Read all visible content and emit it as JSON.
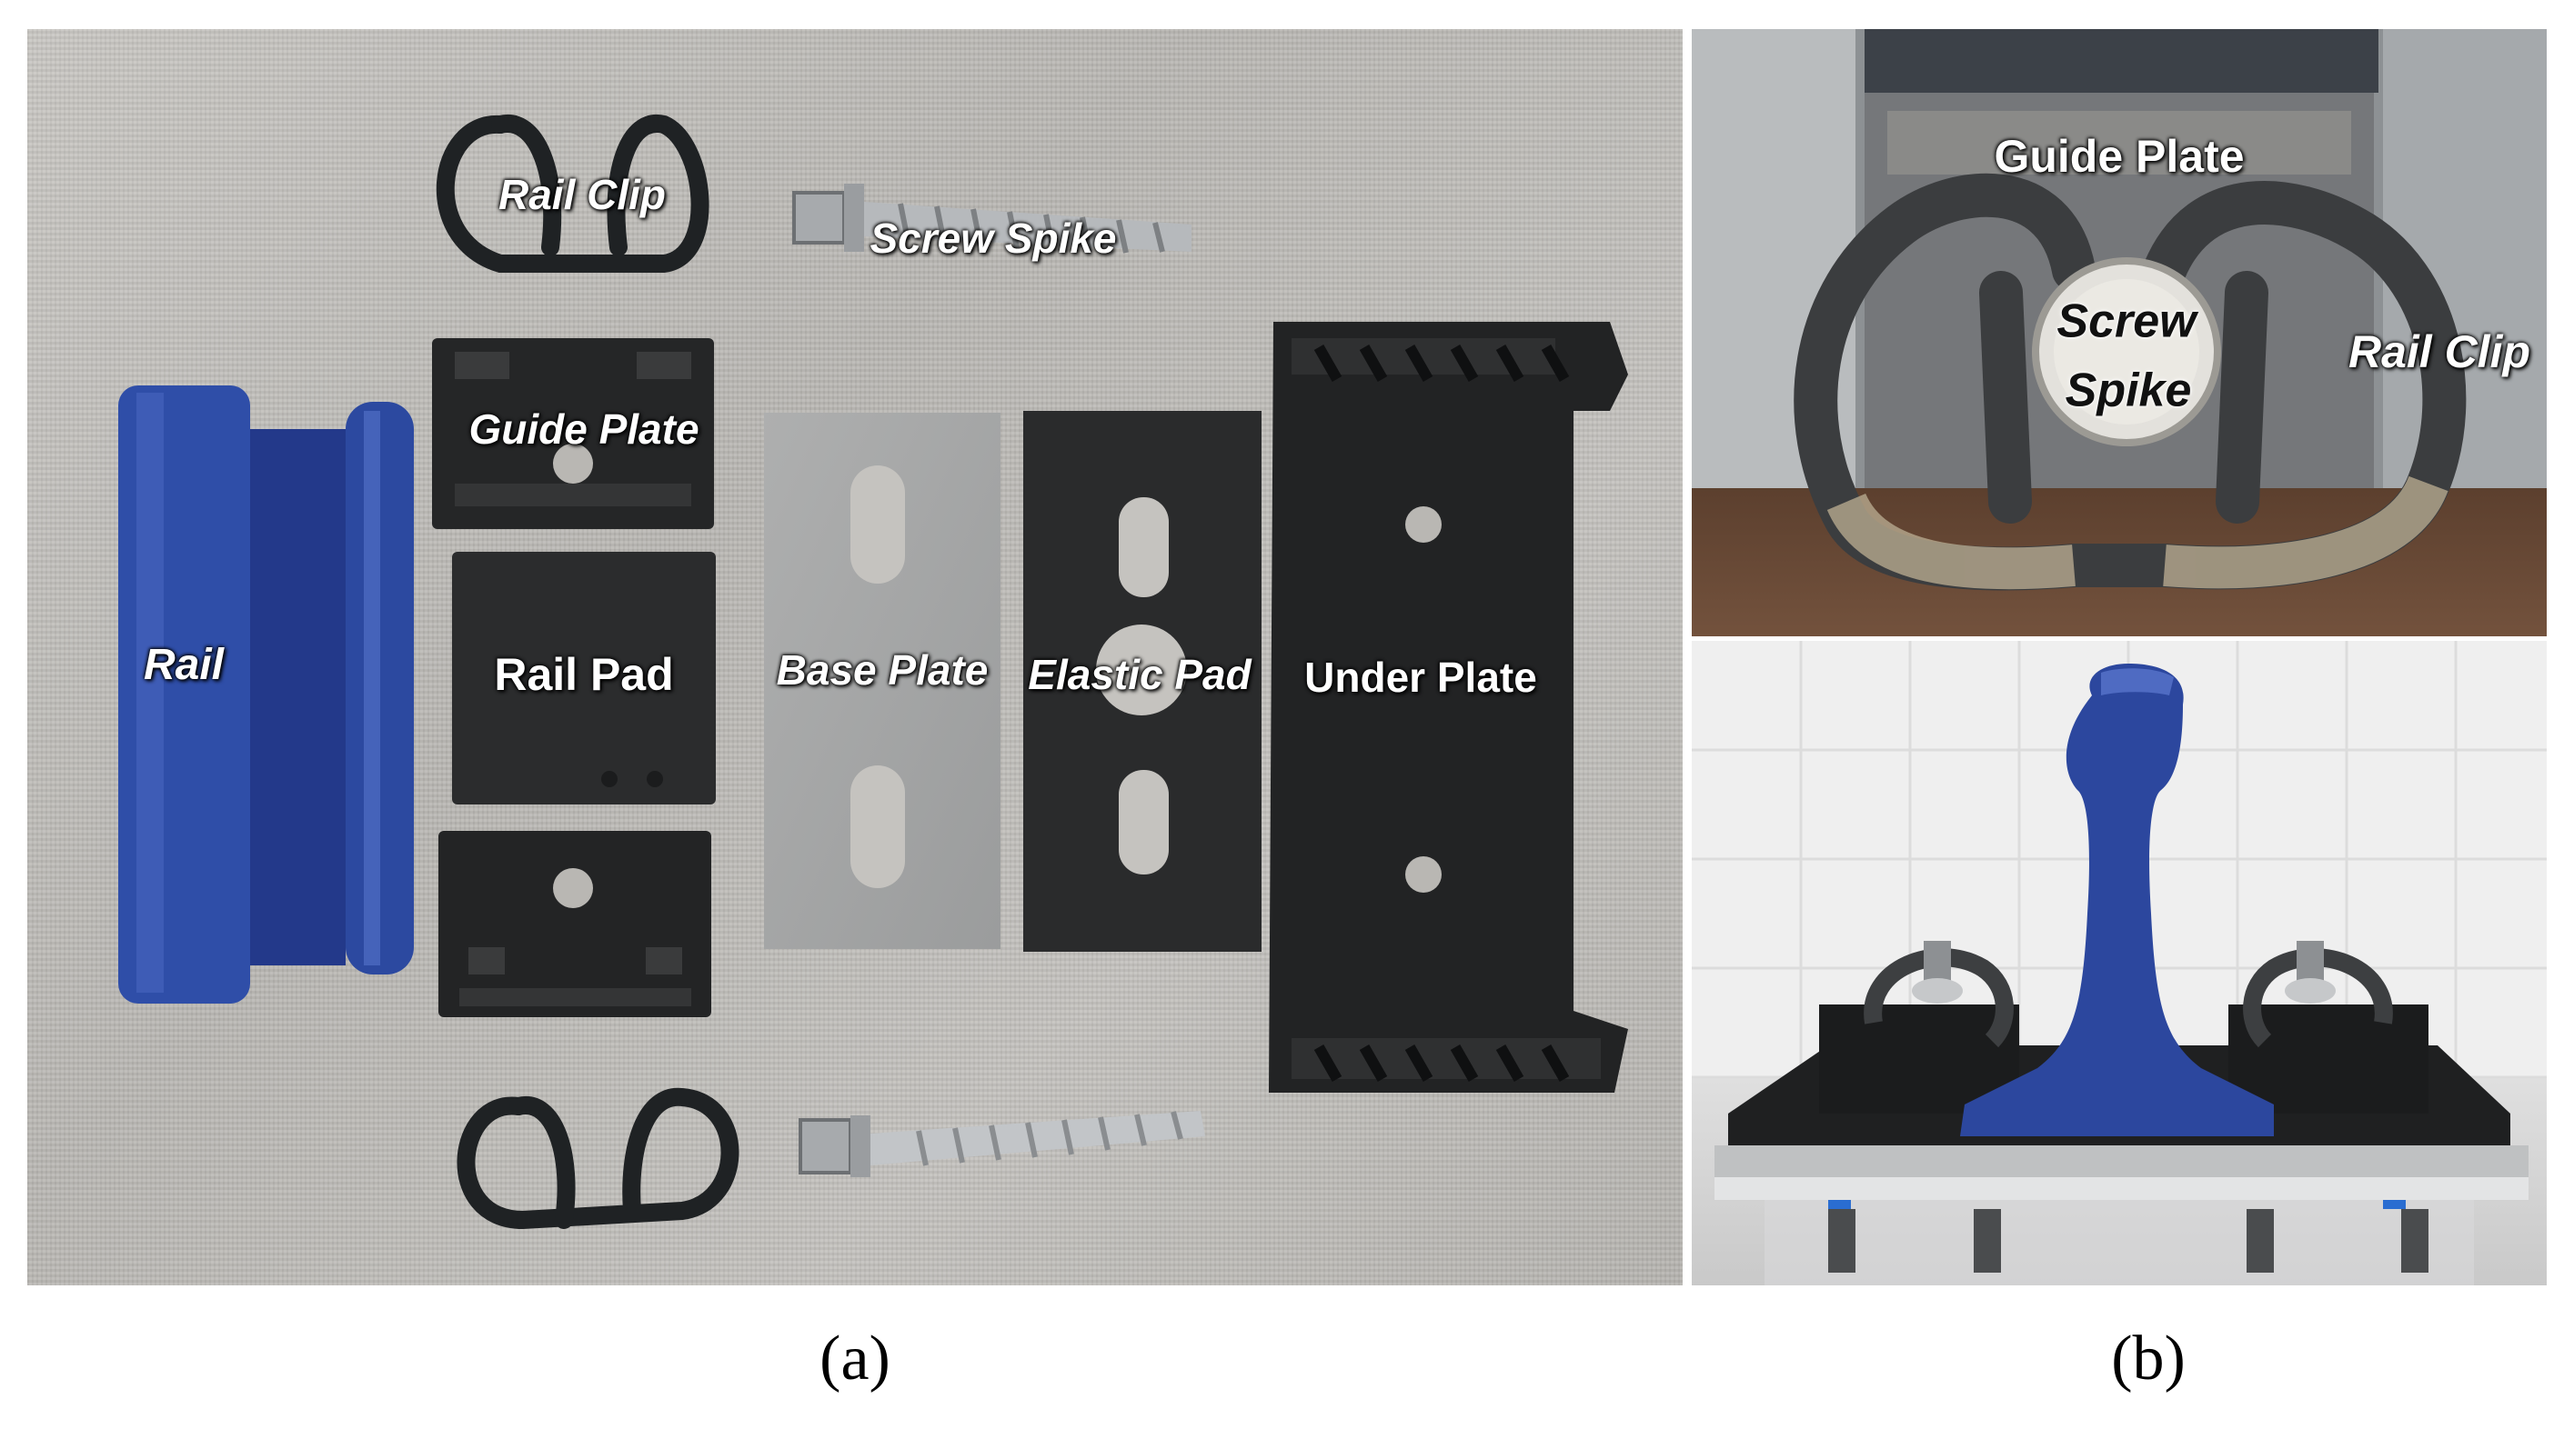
{
  "panel_a": {
    "labels": {
      "rail_clip": "Rail Clip",
      "screw_spike": "Screw Spike",
      "guide_plate": "Guide Plate",
      "rail": "Rail",
      "rail_pad": "Rail Pad",
      "base_plate": "Base Plate",
      "elastic_pad": "Elastic Pad",
      "under_plate": "Under Plate"
    },
    "caption": "(a)"
  },
  "panel_b": {
    "labels": {
      "guide_plate": "Guide Plate",
      "screw": "Screw",
      "spike": "Spike",
      "rail_clip": "Rail Clip"
    },
    "caption": "(b)"
  },
  "colors": {
    "rail_blue": "#2f4ea8",
    "component_black": "#232425",
    "steel": "#9fa2a5"
  }
}
